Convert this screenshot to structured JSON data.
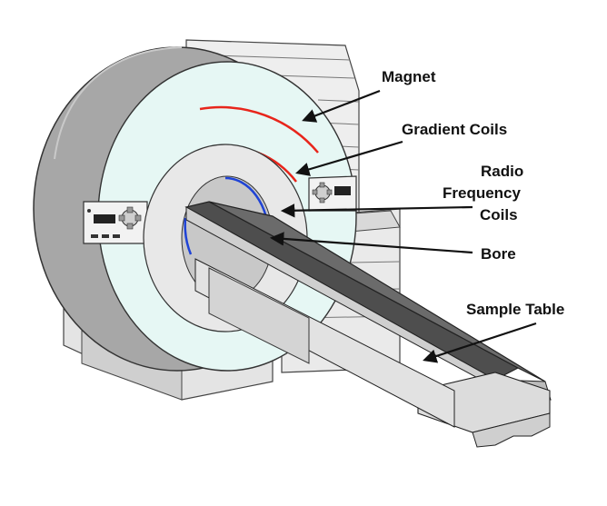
{
  "labels": {
    "magnet": "Magnet",
    "gradient_coils": "Gradient Coils",
    "radio_frequency_line1": "Radio",
    "radio_frequency_line2": "Frequency",
    "radio_frequency_line3": "Coils",
    "bore": "Bore",
    "sample_table": "Sample Table"
  },
  "colors": {
    "gradient_coil_arcs": "#e8251b",
    "rf_coil_arc": "#1f43d6",
    "magnet_face": "#e6f7f4",
    "housing_gray": "#a8a8a8",
    "table_dark": "#6b6b6b",
    "leader_lines": "#111111"
  },
  "icons": [
    "control-panel-left",
    "control-panel-right"
  ]
}
